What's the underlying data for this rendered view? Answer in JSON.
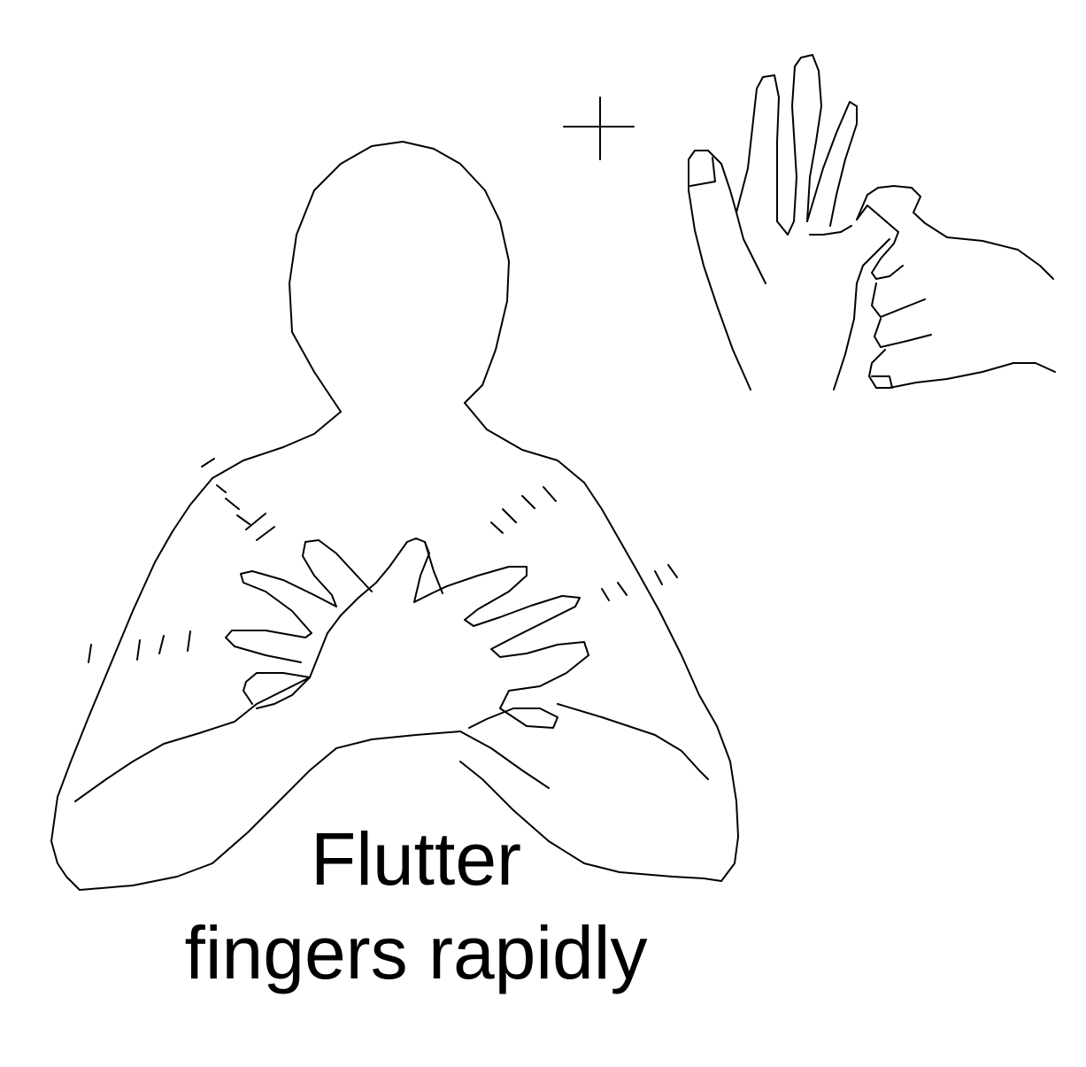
{
  "illustration": {
    "subject": "figure-with-hands-on-chest",
    "detail": "handshape-inset",
    "marker": "cross-mark",
    "ink_color": "#000000",
    "background": "#ffffff"
  },
  "caption": {
    "line1": "Flutter",
    "line2": "fingers rapidly"
  }
}
